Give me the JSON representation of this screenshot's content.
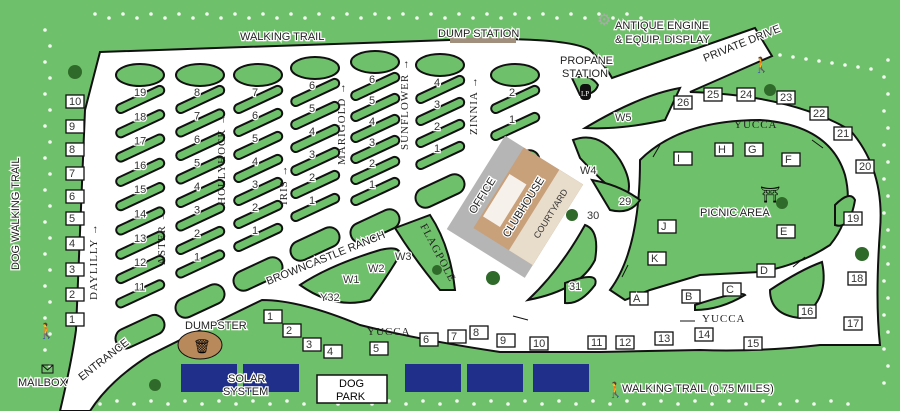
{
  "colors": {
    "grass": "#6fc06a",
    "road": "#ffffff",
    "solar": "#1f2f8a",
    "building": "#c8a07a",
    "office": "#b5b5b5",
    "dump": "#a08f7c"
  },
  "labels": {
    "walking_trail_top": "WALKING TRAIL",
    "dump_station": "DUMP STATION",
    "antique_1": "ANTIQUE ENGINE",
    "antique_2": "& EQUIP. DISPLAY",
    "private_drive": "PRIVATE DRIVE",
    "propane_1": "PROPANE",
    "propane_2": "STATION",
    "lp": "LP",
    "yucca_top": "YUCCA",
    "picnic_area": "PICNIC AREA",
    "browncastle_ranch": "BROWNCASTLE RANCH",
    "flagpole": "FLAGPOLE",
    "office": "OFFICE",
    "clubhouse": "CLUBHOUSE",
    "courtyard": "COURTYARD",
    "yucca_bottom_left": "YUCCA",
    "yucca_bottom_right": "YUCCA",
    "dumpster": "DUMPSTER",
    "solar_1": "SOLAR",
    "solar_2": "SYSTEM",
    "dog_park_1": "DOG",
    "dog_park_2": "PARK",
    "walking_trail_bottom": "WALKING TRAIL (0.75 MILES)",
    "mailbox": "MAILBOX",
    "entrance": "ENTRANCE",
    "dog_walking_trail": "DOG WALKING TRAIL"
  },
  "rows": [
    {
      "street": "DAYLILLY",
      "sites": [
        "19",
        "18",
        "17",
        "16",
        "15",
        "14",
        "13",
        "12",
        "11"
      ]
    },
    {
      "street": "ASTER",
      "sites": [
        "8",
        "7",
        "6",
        "5",
        "4",
        "3",
        "2",
        "1"
      ]
    },
    {
      "street": "HOLLYHOCK",
      "sites": [
        "7",
        "6",
        "5",
        "4",
        "3",
        "2",
        "1"
      ]
    },
    {
      "street": "IRIS",
      "sites": [
        "6",
        "5",
        "4",
        "3",
        "2",
        "1"
      ]
    },
    {
      "street": "MARIGOLD",
      "sites": [
        "6",
        "5",
        "4",
        "3",
        "2",
        "1"
      ]
    },
    {
      "street": "SUNFLOWER",
      "sites": [
        "4",
        "3",
        "2",
        "1"
      ]
    },
    {
      "street": "ZINNIA",
      "sites": [
        "2",
        "1"
      ]
    }
  ],
  "left_sites": [
    "10",
    "9",
    "8",
    "7",
    "6",
    "5",
    "4",
    "3",
    "2",
    "1"
  ],
  "yucca_sites": [
    "1",
    "2",
    "3",
    "4",
    "5",
    "6",
    "7",
    "8",
    "9",
    "10",
    "11",
    "12",
    "13",
    "14",
    "15",
    "16",
    "17",
    "18",
    "19",
    "20",
    "21",
    "22",
    "23",
    "24",
    "25",
    "26"
  ],
  "lettered_sites": [
    "A",
    "B",
    "C",
    "D",
    "E",
    "F",
    "G",
    "H",
    "I",
    "J",
    "K"
  ],
  "other_sites": [
    "W1",
    "W2",
    "W3",
    "W4",
    "W5",
    "Y32",
    "29",
    "30",
    "31"
  ]
}
